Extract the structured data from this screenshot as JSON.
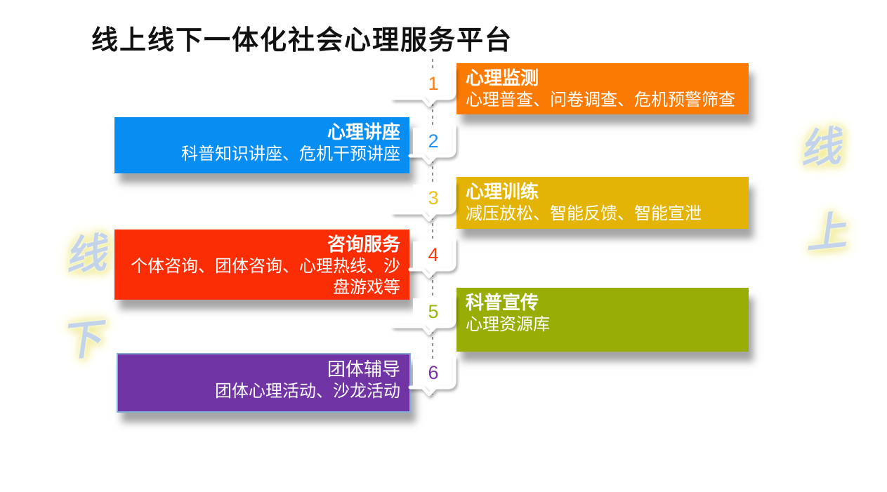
{
  "slide": {
    "title": "线上线下一体化社会心理服务平台",
    "timeline": {
      "items": [
        {
          "number": "1",
          "side": "right",
          "title": "心理监测",
          "description": "心理普查、问卷调查、危机预警筛查",
          "color": "#fb7a03",
          "number_color": "#f8821c",
          "title_bold": true
        },
        {
          "number": "2",
          "side": "left",
          "title": "心理讲座",
          "description": "科普知识讲座、危机干预讲座",
          "color": "#088df2",
          "number_color": "#1e93ee",
          "title_bold": true
        },
        {
          "number": "3",
          "side": "right",
          "title": "心理训练",
          "description": "减压放松、智能反馈、智能宣泄",
          "color": "#e3b405",
          "number_color": "#eec11a",
          "title_bold": true
        },
        {
          "number": "4",
          "side": "left",
          "title": "咨询服务",
          "description": "个体咨询、团体咨询、心理热线、沙盘游戏等",
          "color": "#fb2d05",
          "number_color": "#fb3c12",
          "title_bold": true
        },
        {
          "number": "5",
          "side": "right",
          "title": "科普宣传",
          "description": "心理资源库",
          "color": "#98ae07",
          "number_color": "#9ab40a",
          "title_bold": true
        },
        {
          "number": "6",
          "side": "left",
          "title": "团体辅导",
          "description": "团体心理活动、沙龙活动",
          "color": "#7134a5",
          "number_color": "#7c30a8",
          "title_bold": false,
          "border_color": "#84aed6"
        }
      ]
    },
    "side_labels": {
      "online": {
        "text": "线上",
        "chars": [
          "线",
          "上"
        ]
      },
      "offline": {
        "text": "线下",
        "chars": [
          "线",
          "下"
        ]
      }
    }
  }
}
